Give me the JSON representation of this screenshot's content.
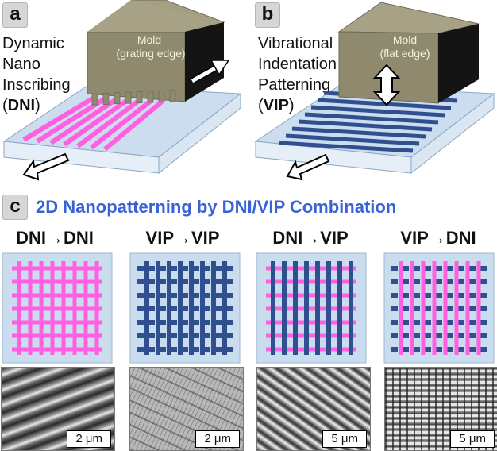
{
  "panel_a": {
    "badge": "a",
    "label_lines": [
      "Dynamic",
      "Nano",
      "Inscribing"
    ],
    "label_abbr_open": "(",
    "label_abbr": "DNI",
    "label_abbr_close": ")",
    "mold_line1": "Mold",
    "mold_line2": "(grating edge)"
  },
  "panel_b": {
    "badge": "b",
    "label_lines": [
      "Vibrational",
      "Indentation",
      "Patterning"
    ],
    "label_abbr_open": "(",
    "label_abbr": "VIP",
    "label_abbr_close": ")",
    "mold_line1": "Mold",
    "mold_line2": "(flat edge)"
  },
  "panel_c": {
    "badge": "c",
    "title": "2D Nanopatterning by DNI/VIP Combination",
    "combos": [
      {
        "label": "DNI→DNI",
        "scale": "2 μm"
      },
      {
        "label": "VIP→VIP",
        "scale": "2 μm"
      },
      {
        "label": "DNI→VIP",
        "scale": "5 μm"
      },
      {
        "label": "VIP→DNI",
        "scale": "5 μm"
      }
    ]
  },
  "colors": {
    "magenta": "#ff5fe0",
    "blue": "#2f4f8f",
    "mold": "#8f8a6e",
    "mold_dark": "#141414",
    "substrate": "#cdddf0",
    "grid_bg": "#c9ddef",
    "title_blue": "#3a62d8"
  }
}
